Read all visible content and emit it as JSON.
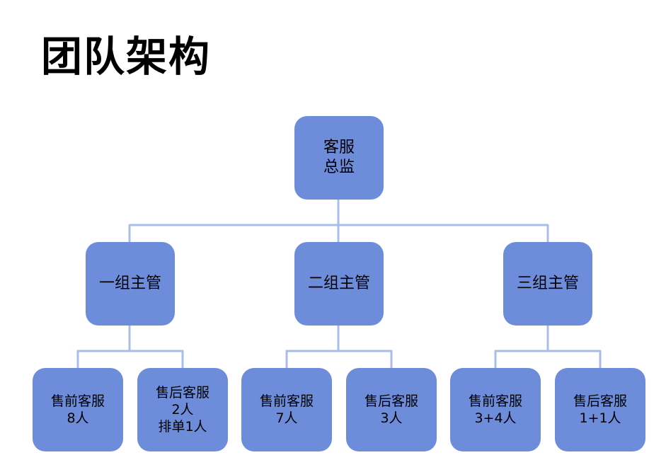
{
  "title": "团队架构",
  "colors": {
    "node_fill": "#6d8ddb",
    "connector": "#a9bde8",
    "text": "#000000"
  },
  "director": {
    "lines": [
      "客服",
      "总监"
    ]
  },
  "supervisors": [
    {
      "label": "一组主管"
    },
    {
      "label": "二组主管"
    },
    {
      "label": "三组主管"
    }
  ],
  "teams": [
    {
      "lines": [
        "售前客服",
        "8人"
      ]
    },
    {
      "lines": [
        "售后客服",
        "2人",
        "排单1人"
      ]
    },
    {
      "lines": [
        "售前客服",
        "7人"
      ]
    },
    {
      "lines": [
        "售后客服",
        "3人"
      ]
    },
    {
      "lines": [
        "售前客服",
        "3+4人"
      ]
    },
    {
      "lines": [
        "售后客服",
        "1+1人"
      ]
    }
  ]
}
